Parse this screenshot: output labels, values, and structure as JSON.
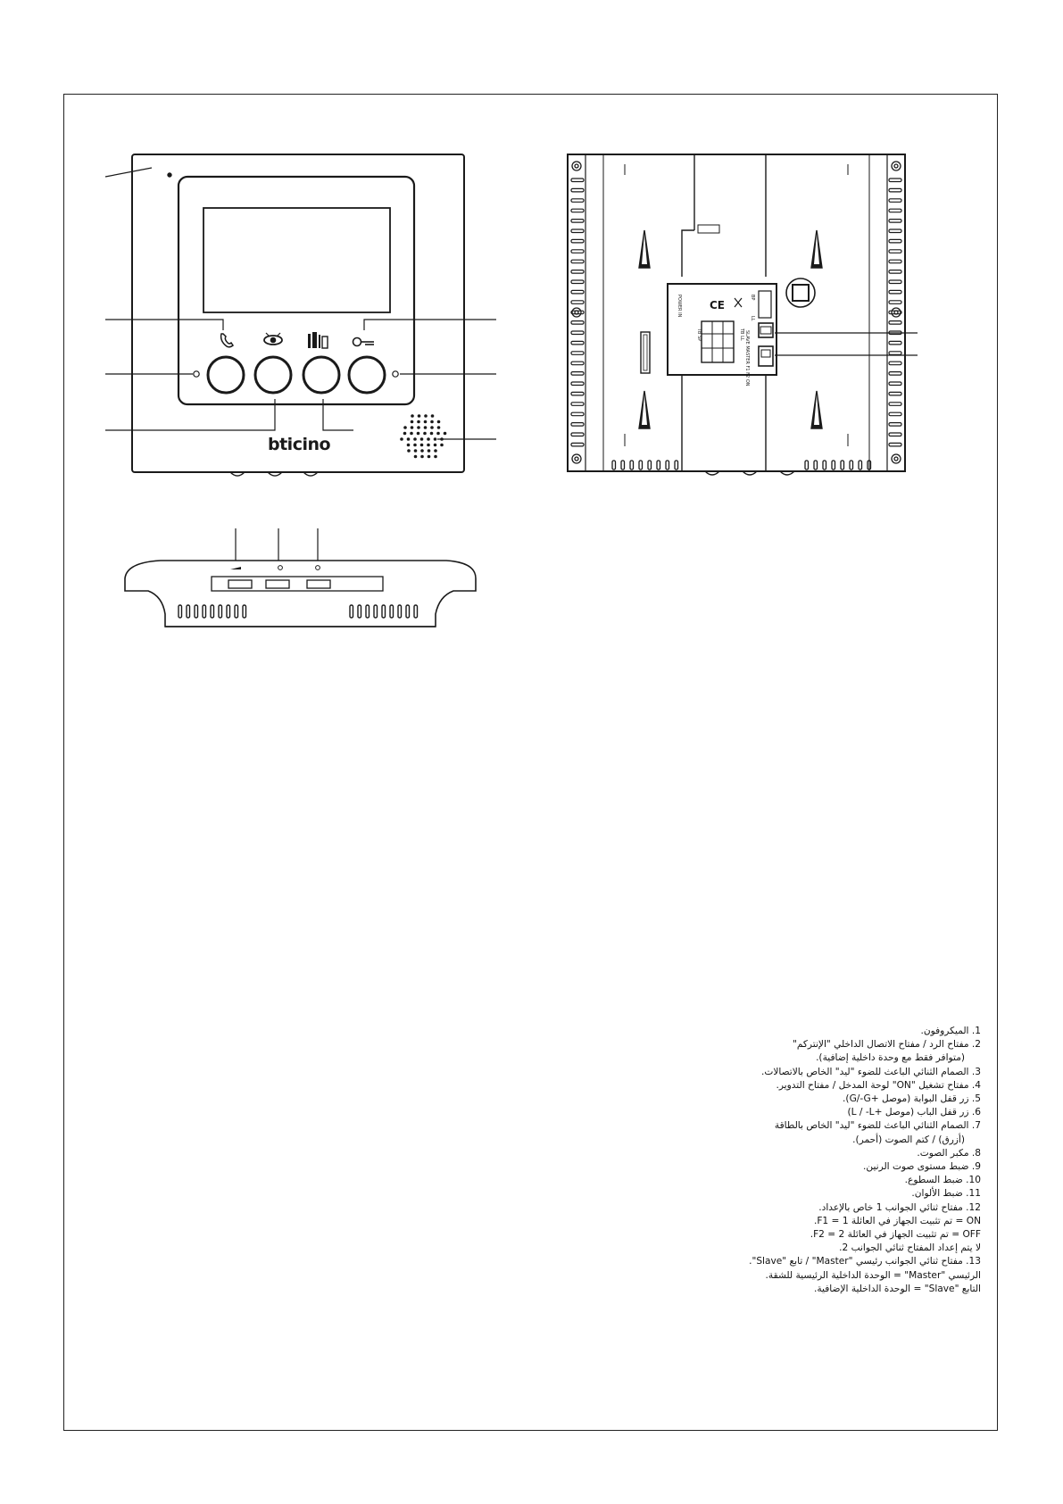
{
  "figure": {
    "brand": "bticino",
    "ce_mark": "CE",
    "rear_labels": {
      "power": "POWER IN",
      "bus_left": "TB SP",
      "bus_right": "TB LL",
      "term_a": "BP",
      "term_b": "LL",
      "conf": "SLAVE MASTER F1 F2 ON"
    }
  },
  "legend": {
    "items": [
      {
        "num": "1.",
        "text": "الميكروفون."
      },
      {
        "num": "2.",
        "text": "مفتاح الرد / مفتاح الاتصال الداخلي \"الإنتركم\"",
        "cont": "(متوافر فقط مع وحدة داخلية إضافية)."
      },
      {
        "num": "3.",
        "text": "الصمام الثنائي الباعث للضوء \"ليد\" الخاص بالاتصالات."
      },
      {
        "num": "4.",
        "text": "مفتاح تشغيل \"ON\" لوحة المدخل / مفتاح التدوير."
      },
      {
        "num": "5.",
        "text": "زر قفل البوابة (موصل +G/-G)."
      },
      {
        "num": "6.",
        "text": "زر قفل الباب (موصل +L / -L)"
      },
      {
        "num": "7.",
        "text": "الصمام الثنائي الباعث للضوء \"ليد\" الخاص بالطاقة",
        "cont": "(أزرق) / كتم الصوت (أحمر)."
      },
      {
        "num": "8.",
        "text": "مكبر الصوت."
      },
      {
        "num": "9.",
        "text": "ضبط مستوى صوت الرنين."
      },
      {
        "num": "10.",
        "text": "ضبط السطوع."
      },
      {
        "num": "11.",
        "text": "ضبط الألوان."
      },
      {
        "num": "12.",
        "text": "مفتاح ثنائي الجوانب 1 خاص بالإعداد.",
        "lines": [
          "ON = تم تثبيت الجهاز في العائلة 1 = F1.",
          "OFF = تم تثبيت الجهاز في العائلة 2 = F2.",
          "لا يتم إعداد المفتاح ثنائي الجوانب 2."
        ]
      },
      {
        "num": "13.",
        "text": "مفتاح ثنائي الجوانب رئيسي \"Master\" / تابع \"Slave\".",
        "lines": [
          "الرئيسي \"Master\" = الوحدة الداخلية الرئيسية للشقة.",
          "التابع \"Slave\" = الوحدة الداخلية الإضافية."
        ]
      }
    ]
  }
}
